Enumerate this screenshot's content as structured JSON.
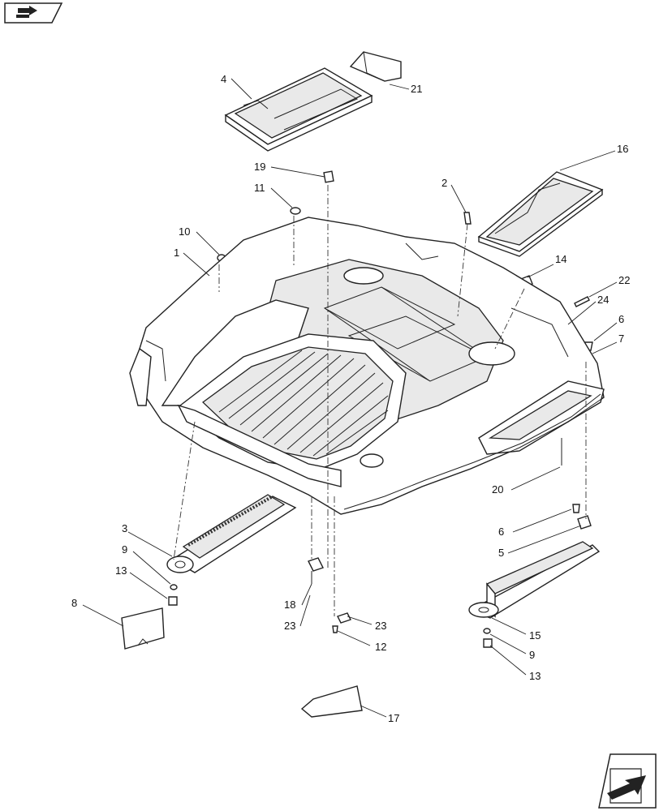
{
  "nav": {
    "back_icon": "back-arrow-icon",
    "forward_icon": "forward-arrow-icon"
  },
  "callouts": [
    {
      "id": "c4",
      "label": "4"
    },
    {
      "id": "c21",
      "label": "21"
    },
    {
      "id": "c16",
      "label": "16"
    },
    {
      "id": "c19",
      "label": "19"
    },
    {
      "id": "c2",
      "label": "2"
    },
    {
      "id": "c11",
      "label": "11"
    },
    {
      "id": "c10",
      "label": "10"
    },
    {
      "id": "c1",
      "label": "1"
    },
    {
      "id": "c14",
      "label": "14"
    },
    {
      "id": "c22",
      "label": "22"
    },
    {
      "id": "c24",
      "label": "24"
    },
    {
      "id": "c6a",
      "label": "6"
    },
    {
      "id": "c7",
      "label": "7"
    },
    {
      "id": "c20",
      "label": "20"
    },
    {
      "id": "c6b",
      "label": "6"
    },
    {
      "id": "c5",
      "label": "5"
    },
    {
      "id": "c3",
      "label": "3"
    },
    {
      "id": "c9a",
      "label": "9"
    },
    {
      "id": "c13a",
      "label": "13"
    },
    {
      "id": "c8",
      "label": "8"
    },
    {
      "id": "c18",
      "label": "18"
    },
    {
      "id": "c23a",
      "label": "23"
    },
    {
      "id": "c23b",
      "label": "23"
    },
    {
      "id": "c12",
      "label": "12"
    },
    {
      "id": "c15",
      "label": "15"
    },
    {
      "id": "c9b",
      "label": "9"
    },
    {
      "id": "c13b",
      "label": "13"
    },
    {
      "id": "c17",
      "label": "17"
    }
  ]
}
